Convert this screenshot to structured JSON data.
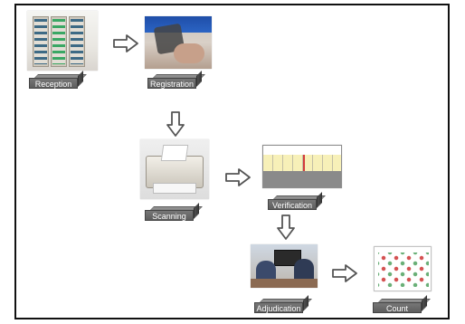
{
  "steps": [
    {
      "id": "reception",
      "label": "Reception"
    },
    {
      "id": "registration",
      "label": "Registration"
    },
    {
      "id": "scanning",
      "label": "Scanning"
    },
    {
      "id": "verification",
      "label": "Verification"
    },
    {
      "id": "adjudication",
      "label": "Adjudication"
    },
    {
      "id": "count",
      "label": "Count"
    }
  ],
  "icons": {
    "arrow_right": "arrow-right-icon",
    "arrow_down": "arrow-down-icon"
  }
}
